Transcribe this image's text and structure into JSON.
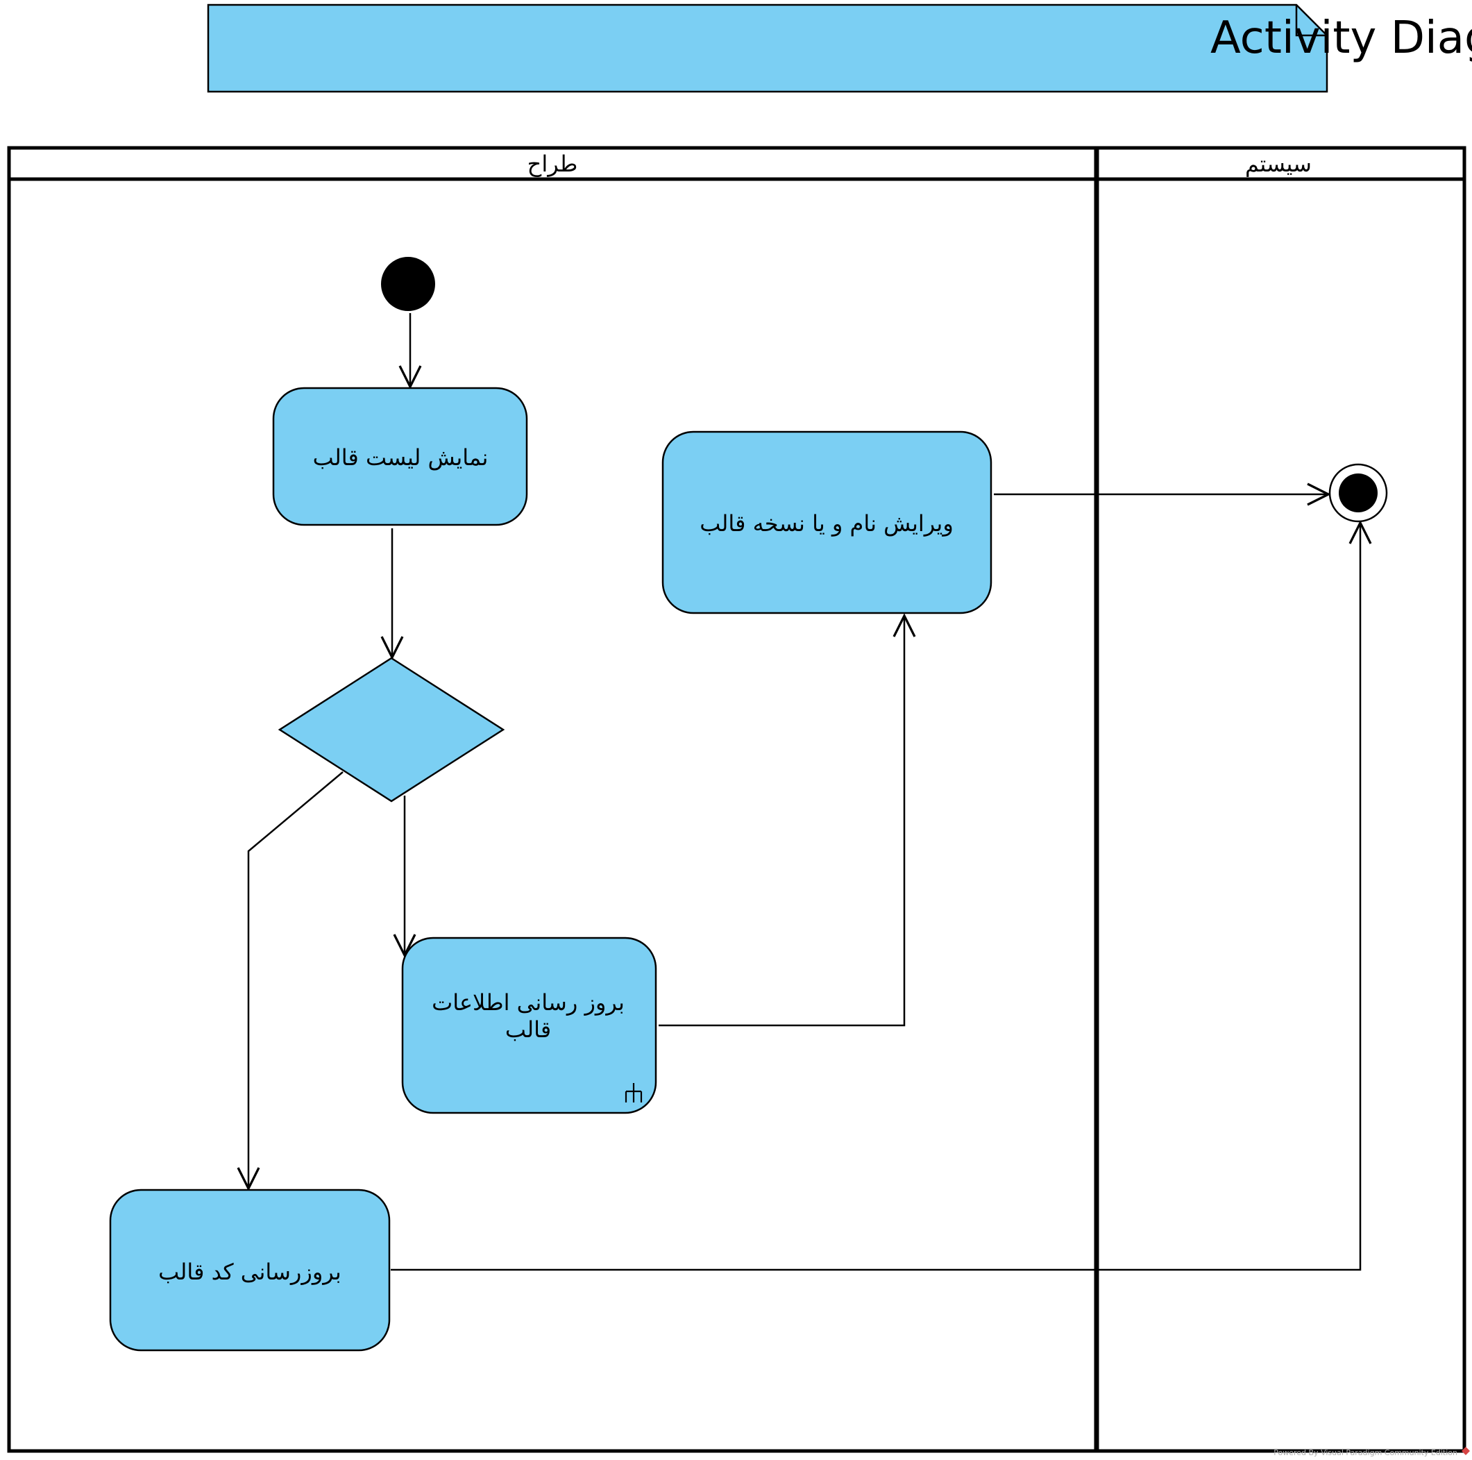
{
  "diagram": {
    "title": "بروزرسانی اطلاعات و کد قالب Activity Diagram",
    "lanes": {
      "designer": "طراح",
      "system": "سیستم"
    },
    "actions": {
      "show_template_list": "نمایش لیست قالب",
      "edit_name_or_version": "ویرایش نام و یا نسخه قالب",
      "update_template_info_line1": "بروز رسانی اطلاعات",
      "update_template_info_line2": "قالب",
      "update_template_code": "بروزرسانی کد قالب"
    },
    "watermark": "Powered By Visual Paradigm Community Edition"
  },
  "colors": {
    "fill": "#7bcff3",
    "stroke": "#000000",
    "background": "#ffffff"
  }
}
